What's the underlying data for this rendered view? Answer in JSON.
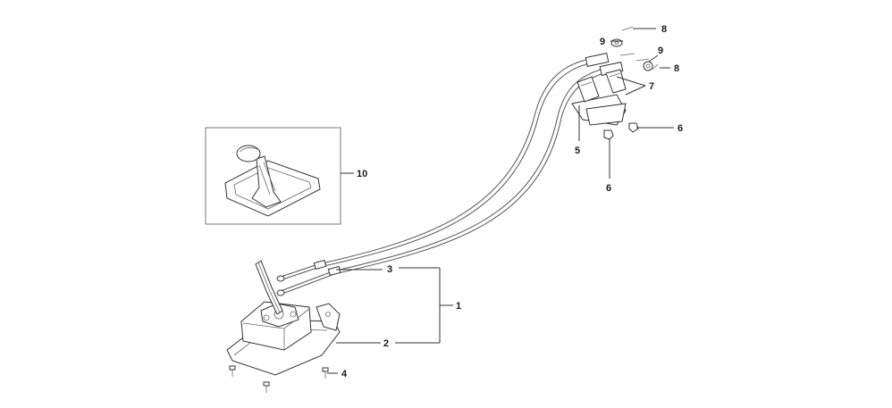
{
  "callouts": {
    "c1": "1",
    "c2": "2",
    "c3": "3",
    "c4": "4",
    "c5": "5",
    "c6a": "6",
    "c6b": "6",
    "c7": "7",
    "c8a": "8",
    "c8b": "8",
    "c9a": "9",
    "c9b": "9",
    "c10": "10"
  },
  "colors": {
    "line": "#333333",
    "background": "#ffffff"
  }
}
